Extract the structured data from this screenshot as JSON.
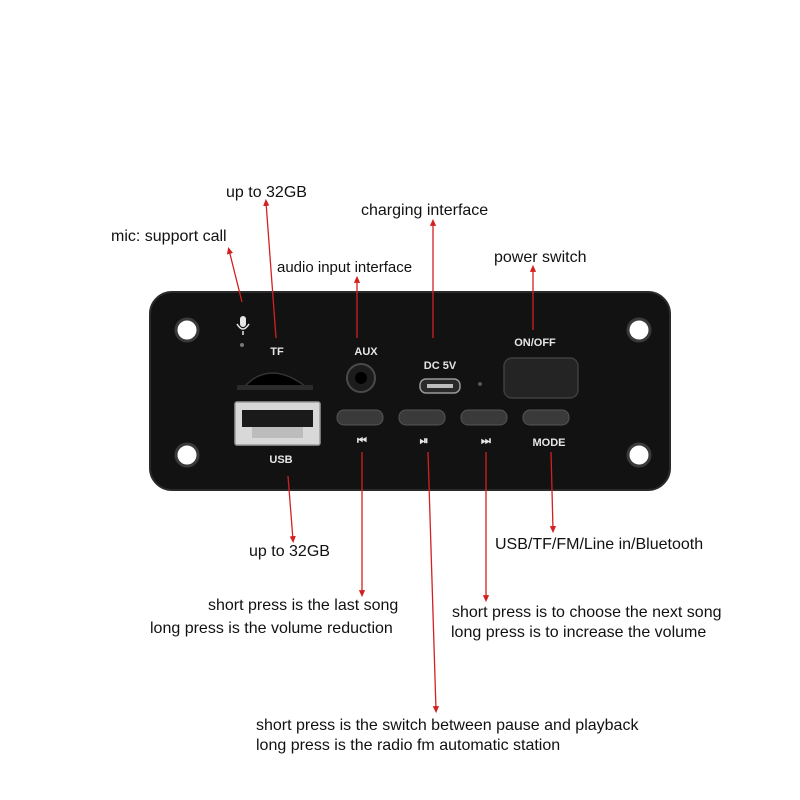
{
  "colors": {
    "arrow": "#d42020",
    "panel": "#121212",
    "panel_edge": "#2a2a2a",
    "silkscreen": "#e6e6e6",
    "text": "#111111"
  },
  "panel": {
    "tf": "TF",
    "aux": "AUX",
    "dc": "DC 5V",
    "onoff": "ON/OFF",
    "usb": "USB",
    "mode": "MODE",
    "prev_icon": "⏮",
    "play_icon": "⏯",
    "next_icon": "⏭",
    "mic_icon": "microphone-icon"
  },
  "annotations": {
    "tf_capacity": "up to 32GB",
    "charging": "charging interface",
    "mic": "mic: support call",
    "audio_input": "audio input interface",
    "power": "power switch",
    "usb_capacity": "up to 32GB",
    "modes": "USB/TF/FM/Line in/Bluetooth",
    "prev_line1": "short press is the last song",
    "prev_line2": "long press is the volume reduction",
    "next_line1": "short press is to choose the next song",
    "next_line2": "long press is to increase the volume",
    "play_line1": "short press is the switch between pause and playback",
    "play_line2": "long press is the radio fm automatic station"
  }
}
